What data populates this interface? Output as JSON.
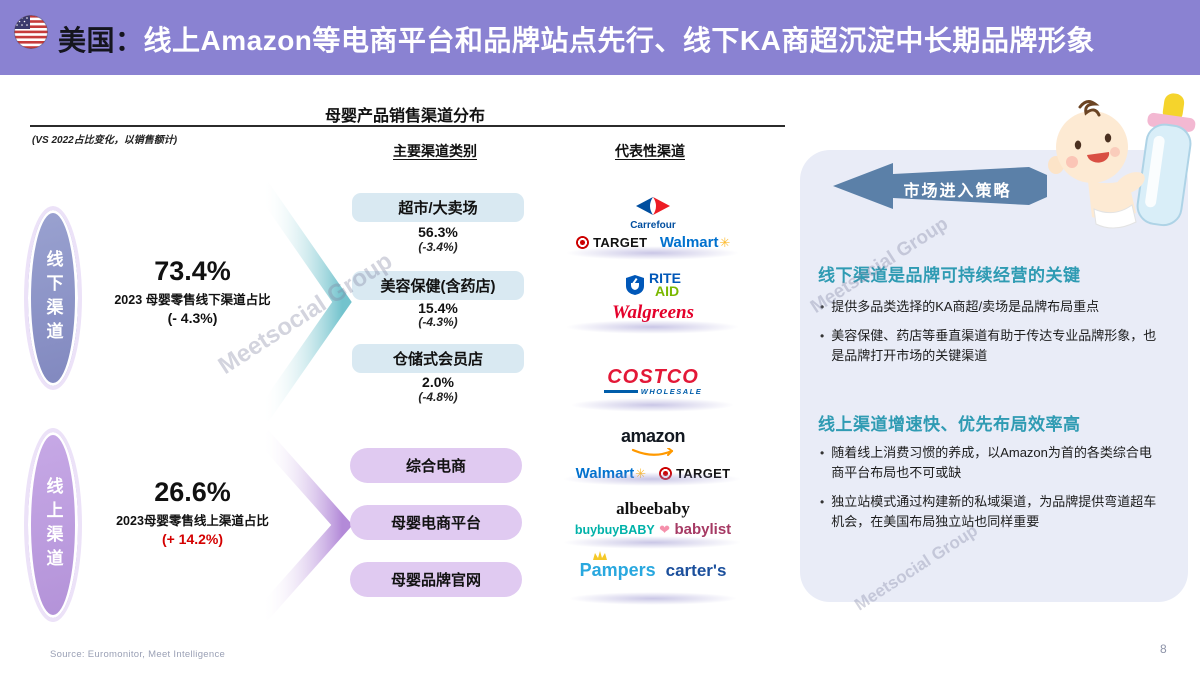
{
  "header": {
    "title_prefix": "美国：",
    "title_rest": "线上Amazon等电商平台和品牌站点先行、线下KA商超沉淀中长期品牌形象"
  },
  "chart": {
    "title": "母婴产品销售渠道分布",
    "note": "(VS 2022占比变化，以销售额计)",
    "col_main": "主要渠道类别",
    "col_rep": "代表性渠道",
    "offline": {
      "pill": "线下渠道",
      "share": "73.4%",
      "share_label": "2023 母婴零售线下渠道占比",
      "share_change": "(- 4.3%)",
      "categories": [
        {
          "name": "超市/大卖场",
          "share": "56.3%",
          "change": "(-3.4%)"
        },
        {
          "name": "美容保健(含药店)",
          "share": "15.4%",
          "change": "(-4.3%)"
        },
        {
          "name": "仓储式会员店",
          "share": "2.0%",
          "change": "(-4.8%)"
        }
      ]
    },
    "online": {
      "pill": "线上渠道",
      "share": "26.6%",
      "share_label": "2023母婴零售线上渠道占比",
      "share_change": "(+ 14.2%)",
      "categories": [
        {
          "name": "综合电商"
        },
        {
          "name": "母婴电商平台"
        },
        {
          "name": "母婴品牌官网"
        }
      ]
    }
  },
  "brands": {
    "carrefour": "Carrefour",
    "target": "TARGET",
    "walmart": "Walmart",
    "rite": "RITE",
    "aid": "AID",
    "walgreens": "Walgreens",
    "costco": "COSTCO",
    "costco_sub": "WHOLESALE",
    "amazon": "amazon",
    "albeebaby": "albeebaby",
    "buybuybaby": "buybuyBABY",
    "babylist": "babylist",
    "pampers": "Pampers",
    "carters": "carter's"
  },
  "icons": {
    "walmart_spark": "✳",
    "heart": "❤"
  },
  "panel": {
    "arrow_label": "市场进入策略",
    "sections": [
      {
        "heading": "线下渠道是品牌可持续经营的关键",
        "bullets": [
          "提供多品类选择的KA商超/卖场是品牌布局重点",
          "美容保健、药店等垂直渠道有助于传达专业品牌形象，也是品牌打开市场的关键渠道"
        ]
      },
      {
        "heading": "线上渠道增速快、优先布局效率高",
        "bullets": [
          "随着线上消费习惯的养成，以Amazon为首的各类综合电商平台布局也不可或缺",
          "独立站模式通过构建新的私域渠道，为品牌提供弯道超车机会，在美国布局独立站也同样重要"
        ]
      }
    ]
  },
  "watermark": "Meetsocial Group",
  "footer": {
    "source": "Source: Euromonitor, Meet Intelligence",
    "page": "8"
  },
  "colors": {
    "header_bg": "#8a82d2",
    "change_red": "#d40000",
    "section_heading_teal": "#2f9bb3",
    "panel_bg": "#e9ecf7",
    "arrow_blue": "#5b80a8",
    "offline_pill": "#8e96c8",
    "online_pill": "#bd9ce0",
    "category_blue": "#d9e9f2",
    "category_purple": "#e0caf1",
    "walmart_blue": "#0071ce",
    "walmart_spark": "#fdbb30",
    "target_red": "#cc0000",
    "carrefour_blue": "#004e9f",
    "carrefour_red": "#ed1c24",
    "riteaid_blue": "#0057b8",
    "riteaid_green": "#7ab800",
    "walgreens_red": "#e4002b",
    "costco_red": "#e31837",
    "costco_blue": "#005daa",
    "amazon_smile": "#ff9900",
    "buybuybaby_teal": "#00b2a9",
    "babylist_berry": "#a63a64",
    "pampers_blue": "#29a8df",
    "carters_blue": "#1b4f9c"
  }
}
